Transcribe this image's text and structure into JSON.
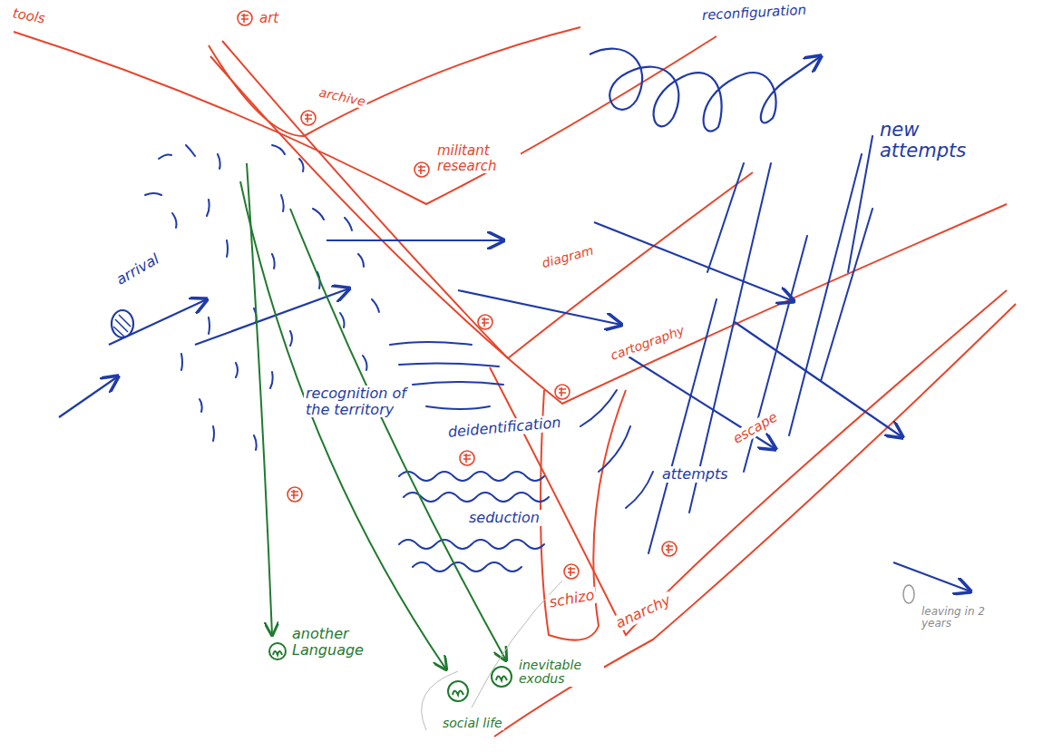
{
  "diagram": {
    "labels": [
      "tools",
      "art",
      "archive",
      "militant research",
      "reconfiguration",
      "new attempts",
      "diagram",
      "cartography",
      "arrival",
      "recognition of the territory",
      "deidentification",
      "seduction",
      "attempts",
      "escape",
      "schizo",
      "anarchy",
      "another Language",
      "social life",
      "inevitable exodus",
      "leaving in 2 years"
    ]
  }
}
